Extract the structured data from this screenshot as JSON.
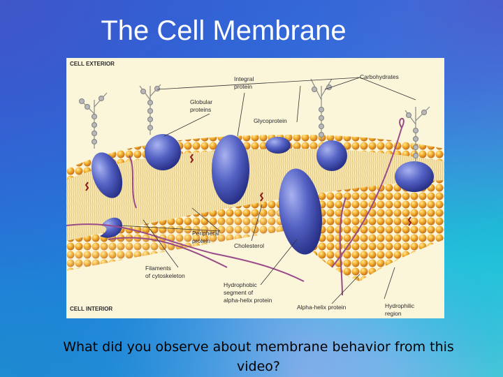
{
  "slide": {
    "title": "The Cell Membrane",
    "caption": "What did you observe about membrane behavior from this video?"
  },
  "diagram": {
    "labels": {
      "cell_exterior": "CELL EXTERIOR",
      "cell_interior": "CELL INTERIOR",
      "integral_protein": [
        "Integral",
        "protein"
      ],
      "carbohydrates": "Carbohydrates",
      "globular_proteins": [
        "Globular",
        "proteins"
      ],
      "glycoprotein": "Glycoprotein",
      "peripheral_protein": [
        "Peripheral",
        "protein"
      ],
      "cholesterol": "Cholesterol",
      "filaments": [
        "Filaments",
        "of cytoskeleton"
      ],
      "hydrophobic_segment": [
        "Hydrophobic",
        "segment of",
        "alpha-helix protein"
      ],
      "alpha_helix_protein": "Alpha-helix protein",
      "hydrophilic_region": [
        "Hydrophilic",
        "region"
      ]
    },
    "colors": {
      "background": "#fbf5da",
      "phospholipid_head": "#f0a028",
      "protein": "#4a54b4",
      "filament": "#9a4a88",
      "carbohydrate": "#9a9a9a"
    }
  }
}
